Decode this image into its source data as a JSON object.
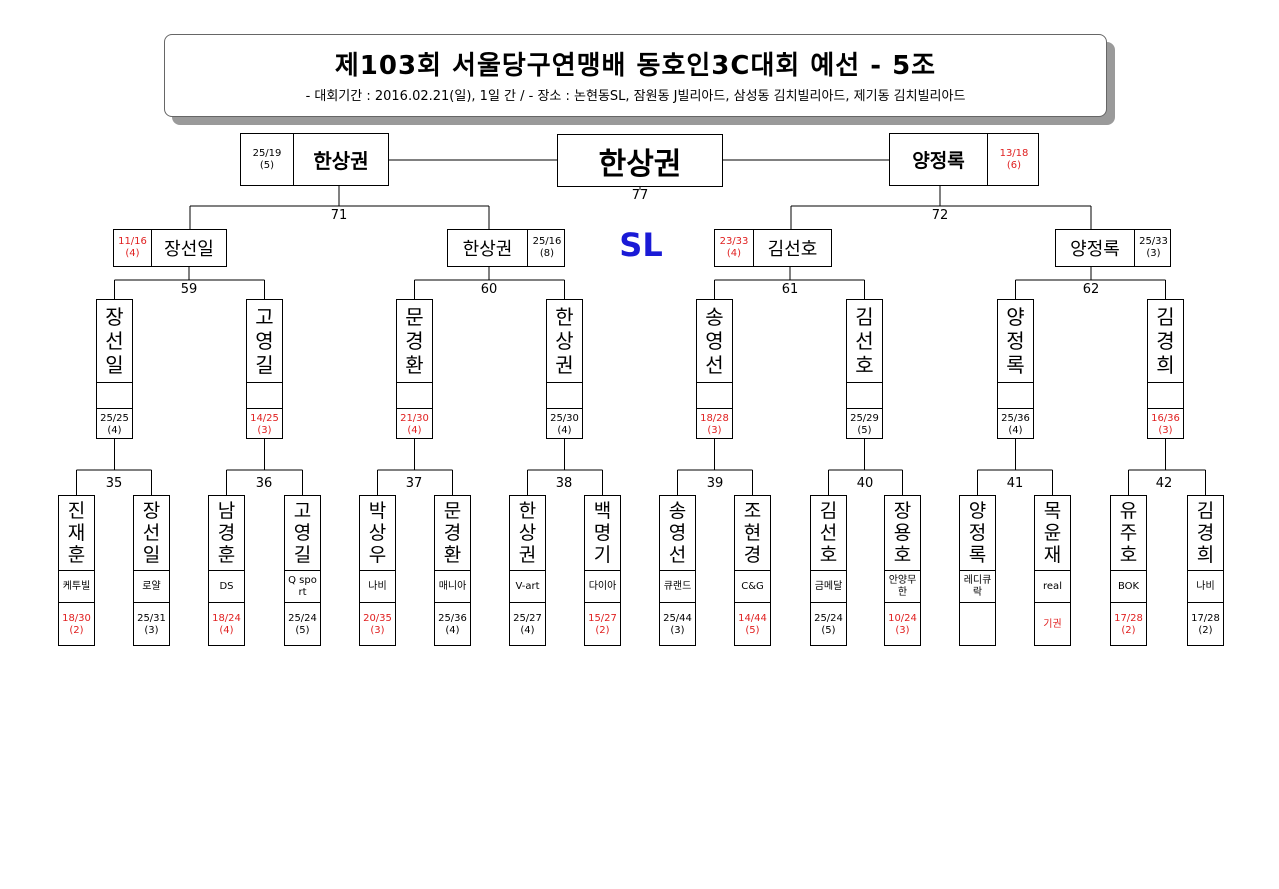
{
  "header": {
    "title": "제103회 서울당구연맹배 동호인3C대회 예선 - 5조",
    "subtitle": "- 대회기간 : 2016.02.21(일), 1일 간 / - 장소 : 논현동SL, 잠원동 J빌리아드, 삼성동 김치빌리아드, 제기동 김치빌리아드"
  },
  "venue": "SL",
  "champion": {
    "name": "한상권",
    "match": "77"
  },
  "final": {
    "left": {
      "name": "한상권",
      "score": "25/19",
      "rank": "(5)",
      "lost": false
    },
    "right": {
      "name": "양정록",
      "score": "13/18",
      "rank": "(6)",
      "lost": true
    }
  },
  "semis": {
    "left_match": "71",
    "right_match": "72",
    "players": [
      {
        "name": "장선일",
        "score": "11/16",
        "rank": "(4)",
        "lost": true
      },
      {
        "name": "한상권",
        "score": "25/16",
        "rank": "(8)",
        "lost": false
      },
      {
        "name": "김선호",
        "score": "23/33",
        "rank": "(4)",
        "lost": true
      },
      {
        "name": "양정록",
        "score": "25/33",
        "rank": "(3)",
        "lost": false
      }
    ]
  },
  "quarter_matches": [
    "59",
    "60",
    "61",
    "62"
  ],
  "quarters": [
    {
      "name": "장선일",
      "score": "25/25",
      "rank": "(4)",
      "lost": false
    },
    {
      "name": "고영길",
      "score": "14/25",
      "rank": "(3)",
      "lost": true
    },
    {
      "name": "문경환",
      "score": "21/30",
      "rank": "(4)",
      "lost": true
    },
    {
      "name": "한상권",
      "score": "25/30",
      "rank": "(4)",
      "lost": false
    },
    {
      "name": "송영선",
      "score": "18/28",
      "rank": "(3)",
      "lost": true
    },
    {
      "name": "김선호",
      "score": "25/29",
      "rank": "(5)",
      "lost": false
    },
    {
      "name": "양정록",
      "score": "25/36",
      "rank": "(4)",
      "lost": false
    },
    {
      "name": "김경희",
      "score": "16/36",
      "rank": "(3)",
      "lost": true
    }
  ],
  "first_round_matches": [
    "35",
    "36",
    "37",
    "38",
    "39",
    "40",
    "41",
    "42"
  ],
  "first_round": [
    {
      "name": "진재훈",
      "club": "케투빌",
      "score": "18/30",
      "rank": "(2)",
      "lost": true
    },
    {
      "name": "장선일",
      "club": "로얄",
      "score": "25/31",
      "rank": "(3)",
      "lost": false
    },
    {
      "name": "남경훈",
      "club": "DS",
      "score": "18/24",
      "rank": "(4)",
      "lost": true
    },
    {
      "name": "고영길",
      "club": "Q sport",
      "score": "25/24",
      "rank": "(5)",
      "lost": false
    },
    {
      "name": "박상우",
      "club": "나비",
      "score": "20/35",
      "rank": "(3)",
      "lost": true
    },
    {
      "name": "문경환",
      "club": "매니아",
      "score": "25/36",
      "rank": "(4)",
      "lost": false
    },
    {
      "name": "한상권",
      "club": "V-art",
      "score": "25/27",
      "rank": "(4)",
      "lost": false
    },
    {
      "name": "백명기",
      "club": "다이아",
      "score": "15/27",
      "rank": "(2)",
      "lost": true
    },
    {
      "name": "송영선",
      "club": "큐랜드",
      "score": "25/44",
      "rank": "(3)",
      "lost": false
    },
    {
      "name": "조현경",
      "club": "C&G",
      "score": "14/44",
      "rank": "(5)",
      "lost": true
    },
    {
      "name": "김선호",
      "club": "금메달",
      "score": "25/24",
      "rank": "(5)",
      "lost": false
    },
    {
      "name": "장용호",
      "club": "안양무한",
      "score": "10/24",
      "rank": "(3)",
      "lost": true
    },
    {
      "name": "양정록",
      "club": "레디큐락",
      "score": "",
      "rank": "",
      "lost": false
    },
    {
      "name": "목윤재",
      "club": "real",
      "score": "기권",
      "rank": "",
      "lost": true
    },
    {
      "name": "유주호",
      "club": "BOK",
      "score": "17/28",
      "rank": "(2)",
      "lost": true
    },
    {
      "name": "김경희",
      "club": "나비",
      "score": "17/28",
      "rank": "(2)",
      "lost": false
    }
  ]
}
